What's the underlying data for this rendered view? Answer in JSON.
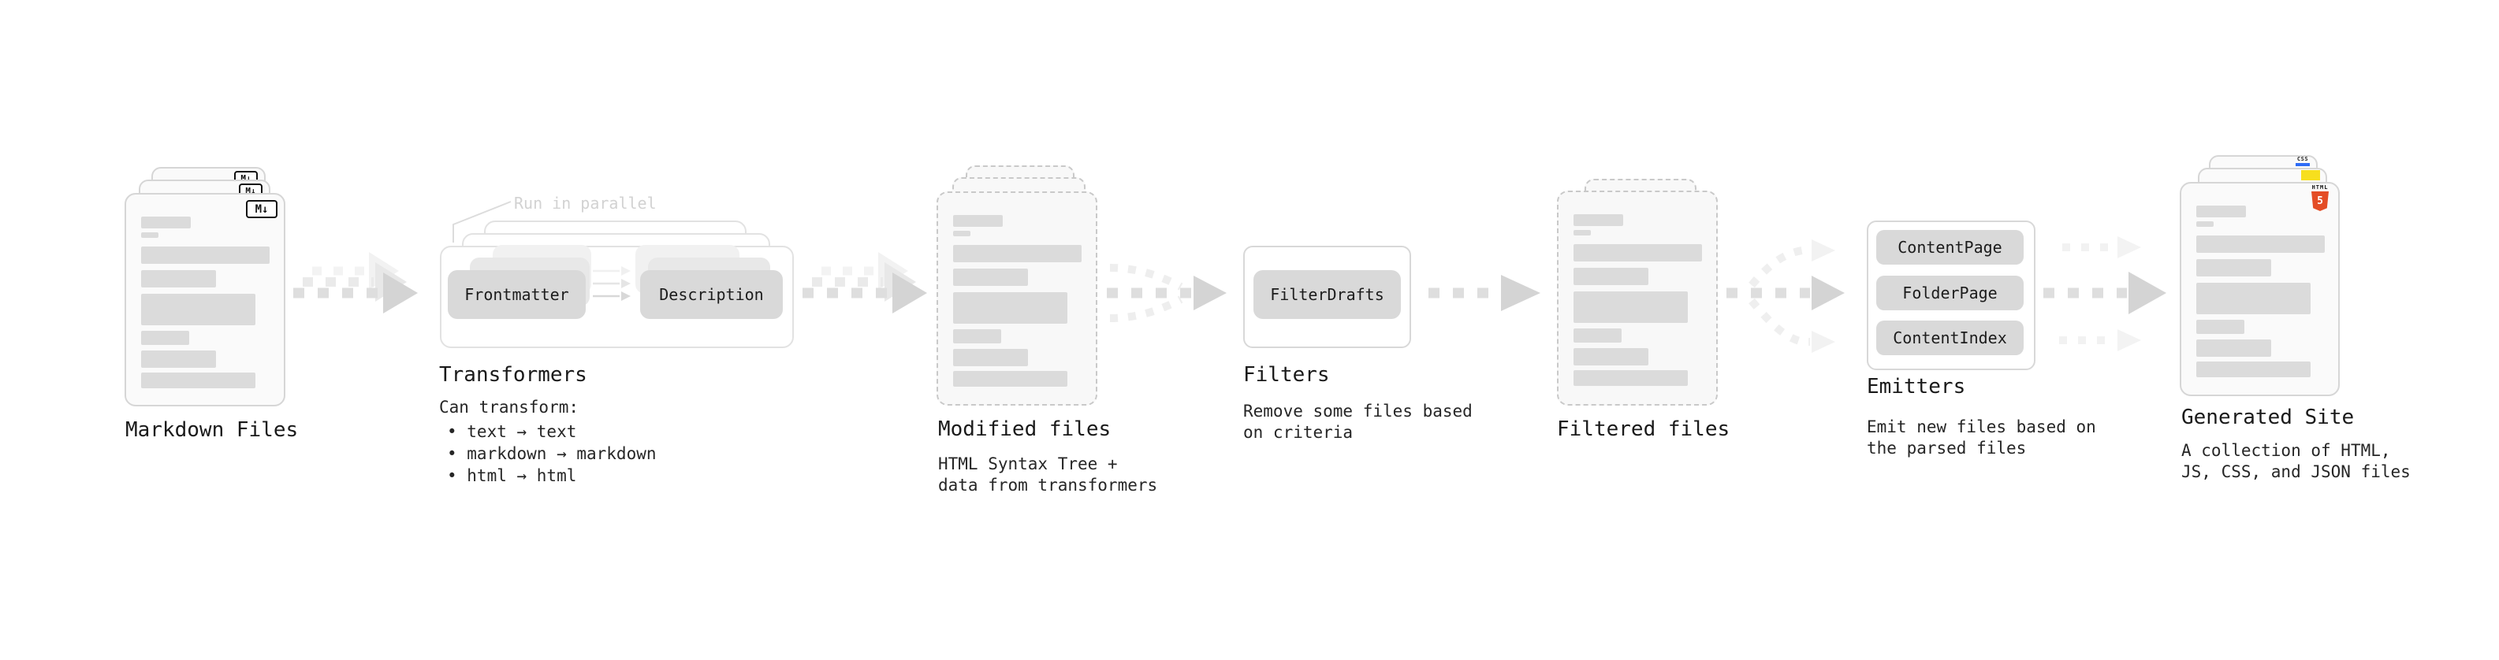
{
  "colors": {
    "arrow_dash": "#dedede",
    "arrow_head": "#d4d4d4",
    "arrow_ghost": "#f2f2f2",
    "pill_fill": "#d9d9d9",
    "card_border": "#d6d6d6",
    "bar_fill": "#dbdbdb",
    "annotation_gray": "#d2d2d2",
    "html5_orange": "#e44d26",
    "js_yellow": "#f7df1e",
    "css_blue": "#2e6cf6"
  },
  "nodes": {
    "markdown": {
      "title": "Markdown Files",
      "icon_label": "M↓"
    },
    "transformers": {
      "title": "Transformers",
      "annotation": "Run in parallel",
      "pill_frontmatter": "Frontmatter",
      "pill_description": "Description",
      "desc_heading": "Can transform:",
      "bullets": "• text → text\n• markdown → markdown\n• html → html"
    },
    "modified": {
      "title": "Modified files",
      "desc": "HTML Syntax Tree +\ndata from transformers"
    },
    "filters": {
      "title": "Filters",
      "pill": "FilterDrafts",
      "desc": "Remove some files based\non criteria"
    },
    "filtered": {
      "title": "Filtered files"
    },
    "emitters": {
      "title": "Emitters",
      "pills": [
        "ContentPage",
        "FolderPage",
        "ContentIndex"
      ],
      "desc": "Emit new files based on\nthe parsed files"
    },
    "generated": {
      "title": "Generated Site",
      "desc": "A collection of HTML,\nJS, CSS, and JSON files",
      "badge_css": "CSS",
      "badge_html_brand": "HTML",
      "badge_html_number": "5"
    }
  }
}
